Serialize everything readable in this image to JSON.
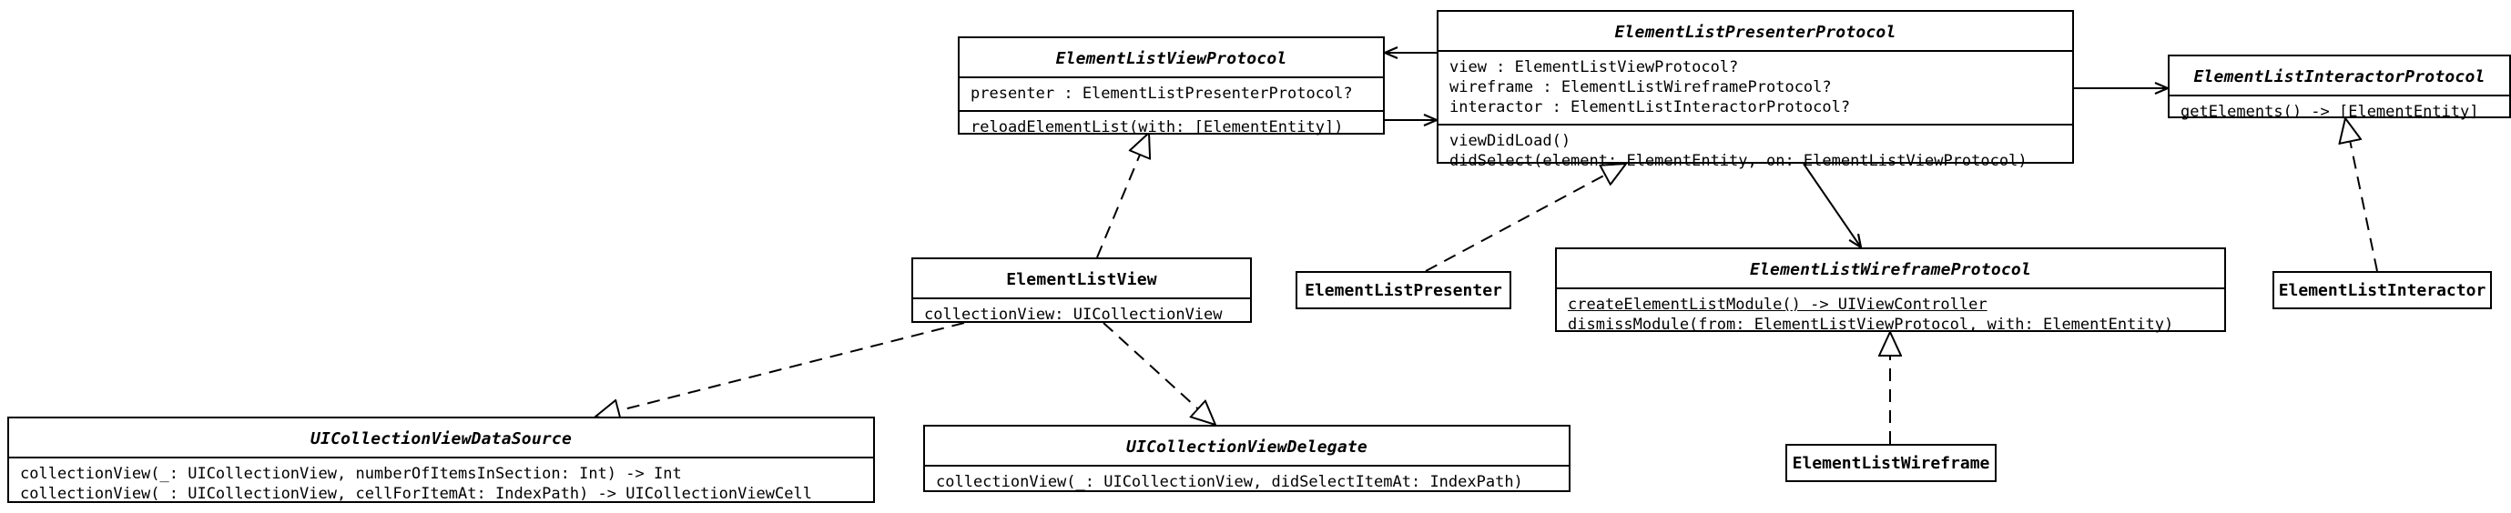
{
  "classes": {
    "list_view_protocol": {
      "name": "ElementListViewProtocol",
      "attributes": [
        "presenter : ElementListPresenterProtocol?"
      ],
      "methods": [
        "reloadElementList(with: [ElementEntity])"
      ]
    },
    "presenter_protocol": {
      "name": "ElementListPresenterProtocol",
      "attributes": [
        "view : ElementListViewProtocol?",
        "wireframe : ElementListWireframeProtocol?",
        "interactor : ElementListInteractorProtocol?"
      ],
      "methods": [
        "viewDidLoad()",
        "didSelect(element: ElementEntity, on: ElementListViewProtocol)"
      ]
    },
    "interactor_protocol": {
      "name": "ElementListInteractorProtocol",
      "methods": [
        "getElements() -> [ElementEntity]"
      ]
    },
    "list_view": {
      "name": "ElementListView",
      "attributes": [
        "collectionView: UICollectionView"
      ]
    },
    "presenter": {
      "name": "ElementListPresenter"
    },
    "wireframe_protocol": {
      "name": "ElementListWireframeProtocol",
      "methods": [
        "createElementListModule() -> UIViewController",
        "dismissModule(from: ElementListViewProtocol, with: ElementEntity)"
      ]
    },
    "interactor": {
      "name": "ElementListInteractor"
    },
    "data_source": {
      "name": "UICollectionViewDataSource",
      "methods": [
        "collectionView(_: UICollectionView, numberOfItemsInSection: Int) -> Int",
        "collectionView(_: UICollectionView, cellForItemAt: IndexPath) -> UICollectionViewCell"
      ]
    },
    "delegate": {
      "name": "UICollectionViewDelegate",
      "methods": [
        "collectionView(_: UICollectionView, didSelectItemAt: IndexPath)"
      ]
    },
    "wireframe": {
      "name": "ElementListWireframe"
    }
  }
}
